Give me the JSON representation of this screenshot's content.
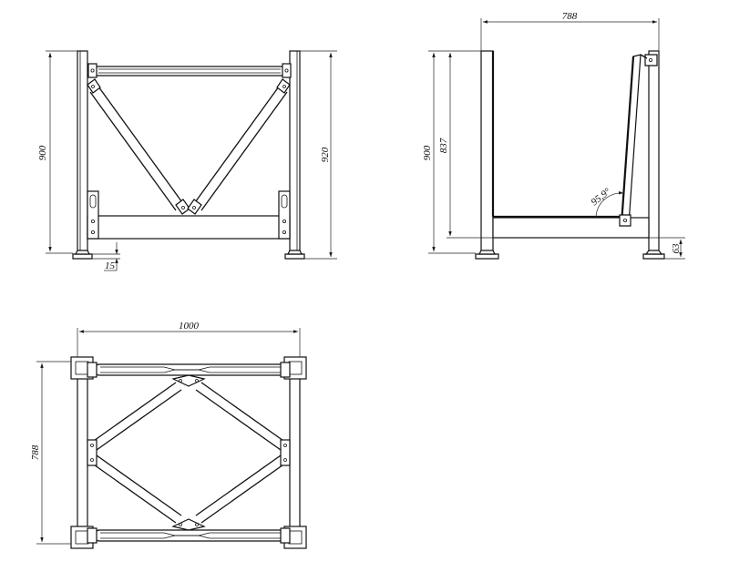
{
  "front_view": {
    "height_left": "900",
    "height_right": "920",
    "foot_offset": "15"
  },
  "side_view": {
    "width_top": "788",
    "height_outer": "900",
    "height_inner": "837",
    "angle": "95,9°",
    "foot_height": "63"
  },
  "top_view": {
    "width": "1000",
    "depth": "788"
  }
}
